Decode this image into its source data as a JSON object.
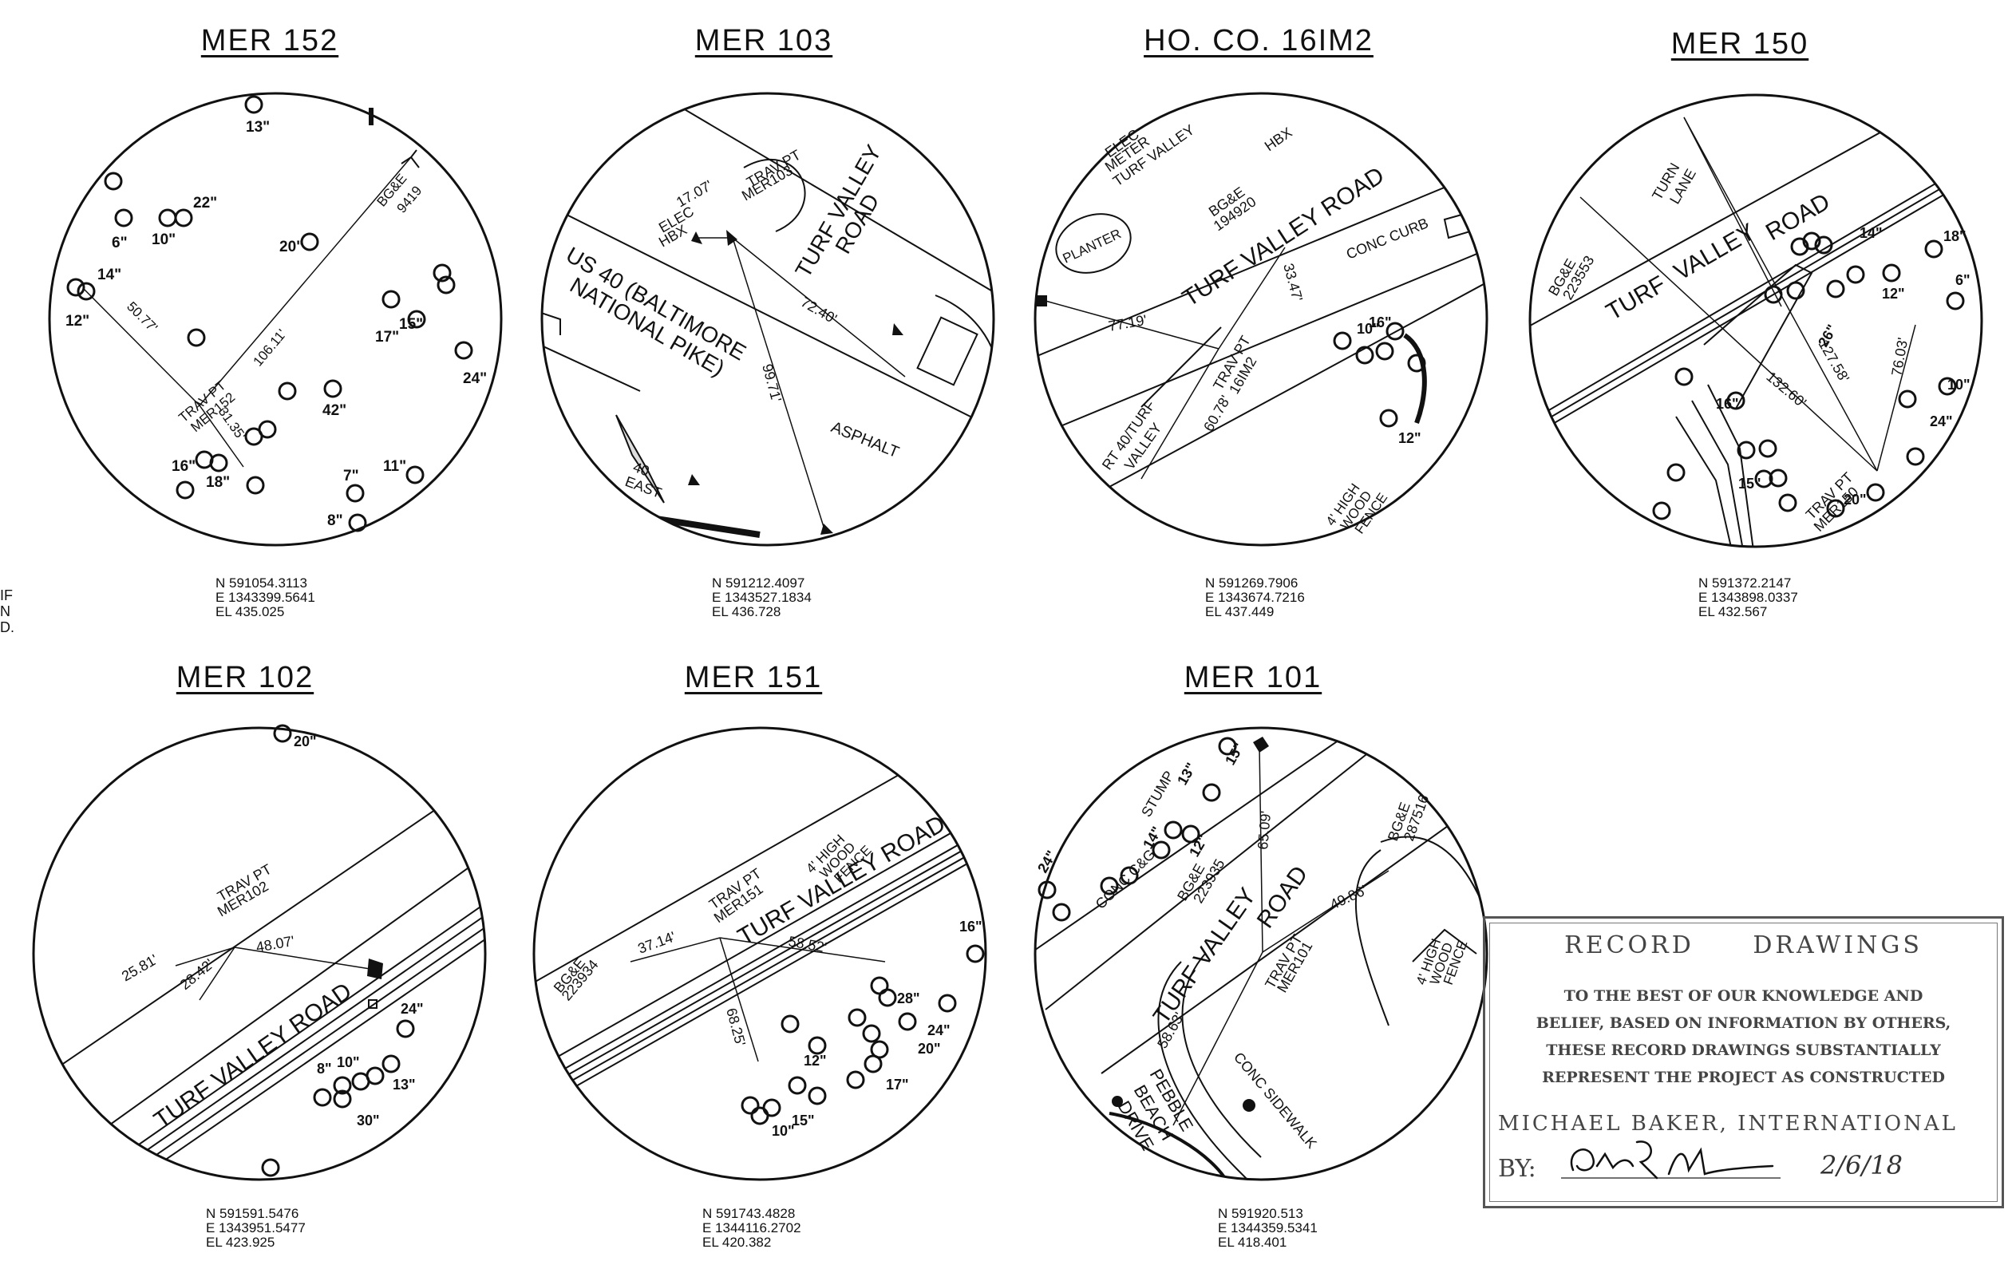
{
  "panels": [
    {
      "id": "mer152",
      "title": "MER 152",
      "north": "N 591054.3113",
      "east": "E 1343399.5641",
      "elev": "EL 435.025",
      "labels": [
        "BG&E",
        "9419",
        "TRAV PT",
        "MER152",
        "106.11'",
        "50.77'",
        "31.35'",
        "13\"",
        "22\"",
        "10\"",
        "6\"",
        "14\"",
        "12\"",
        "20\"",
        "24\"",
        "42\"",
        "17\"",
        "15\"",
        "11\"",
        "7\"",
        "8\"",
        "16\"",
        "18\""
      ]
    },
    {
      "id": "mer103",
      "title": "MER 103",
      "north": "N 591212.4097",
      "east": "E 1343527.1834",
      "elev": "EL 436.728",
      "labels": [
        "TRAV PT",
        "MER103",
        "17.07'",
        "ELEC",
        "HBX",
        "TURF VALLEY",
        "ROAD",
        "US 40 (BALTIMORE",
        "NATIONAL PIKE)",
        "72.40'",
        "99.71'",
        "ASPHALT",
        "40",
        "EAST"
      ]
    },
    {
      "id": "hoco16im2",
      "title": "HO. CO. 16IM2",
      "north": "N 591269.7906",
      "east": "E 1343674.7216",
      "elev": "EL 437.449",
      "labels": [
        "ELEC",
        "METER",
        "TURF VALLEY",
        "HBX",
        "BG&E",
        "194920",
        "TURF VALLEY ROAD",
        "PLANTER",
        "CONC CURB",
        "77.19'",
        "33.47'",
        "TRAV PT",
        "16IM2",
        "60.78'",
        "RT 40/TURF",
        "VALLEY",
        "4' HIGH",
        "WOOD",
        "FENCE",
        "10\"",
        "16\"",
        "12\""
      ]
    },
    {
      "id": "mer150",
      "title": "MER 150",
      "north": "N 591372.2147",
      "east": "E 1343898.0337",
      "elev": "EL 432.567",
      "labels": [
        "BG&E",
        "223553",
        "TURN",
        "LANE",
        "TURF",
        "VALLEY",
        "ROAD",
        "127.58'",
        "132.60'",
        "76.03'",
        "TRAV PT",
        "MER150",
        "26\"",
        "12\"",
        "24\"",
        "16\"",
        "15\"",
        "20\"",
        "18\"",
        "10\"",
        "14\"",
        "6\""
      ]
    },
    {
      "id": "mer102",
      "title": "MER 102",
      "north": "N 591591.5476",
      "east": "E 1343951.5477",
      "elev": "EL 423.925",
      "labels": [
        "TRAV PT",
        "MER102",
        "25.81'",
        "28.42'",
        "48.07'",
        "TURF VALLEY ROAD",
        "20\"",
        "24\"",
        "10\"",
        "13\"",
        "30\"",
        "8\""
      ]
    },
    {
      "id": "mer151",
      "title": "MER 151",
      "north": "N 591743.4828",
      "east": "E 1344116.2702",
      "elev": "EL 420.382",
      "labels": [
        "TRAV PT",
        "MER151",
        "TURF VALLEY ROAD",
        "BG&E",
        "223934",
        "37.14'",
        "58.52'",
        "68.25'",
        "4' HIGH",
        "WOOD",
        "FENCE",
        "16\"",
        "24\"",
        "28\"",
        "20\"",
        "17\"",
        "15\"",
        "12\"",
        "10\""
      ]
    },
    {
      "id": "mer101",
      "title": "MER 101",
      "north": "N 591920.513",
      "east": "E 1344359.5341",
      "elev": "EL 418.401",
      "labels": [
        "STUMP",
        "BG&E",
        "223935",
        "65.09'",
        "TURF VALLEY",
        "ROAD",
        "CONC C&G",
        "TRAV PT",
        "MER101",
        "49.86'",
        "BG&E",
        "287516",
        "58.63'",
        "CONC SIDEWALK",
        "PEBBLE",
        "BEACH",
        "DRIVE",
        "4' HIGH",
        "WOOD",
        "FENCE",
        "13\"",
        "15\"",
        "14\"",
        "12\"",
        "24\""
      ]
    }
  ],
  "edge_note": [
    "IF",
    "N",
    "D."
  ],
  "stamp": {
    "title": "RECORD DRAWINGS",
    "body_lines": [
      "TO THE BEST OF OUR KNOWLEDGE AND",
      "BELIEF, BASED ON INFORMATION BY OTHERS,",
      "THESE RECORD DRAWINGS SUBSTANTIALLY",
      "REPRESENT THE PROJECT AS CONSTRUCTED"
    ],
    "firm": "MICHAEL BAKER, INTERNATIONAL",
    "by_label": "BY:",
    "date": "2/6/18"
  }
}
